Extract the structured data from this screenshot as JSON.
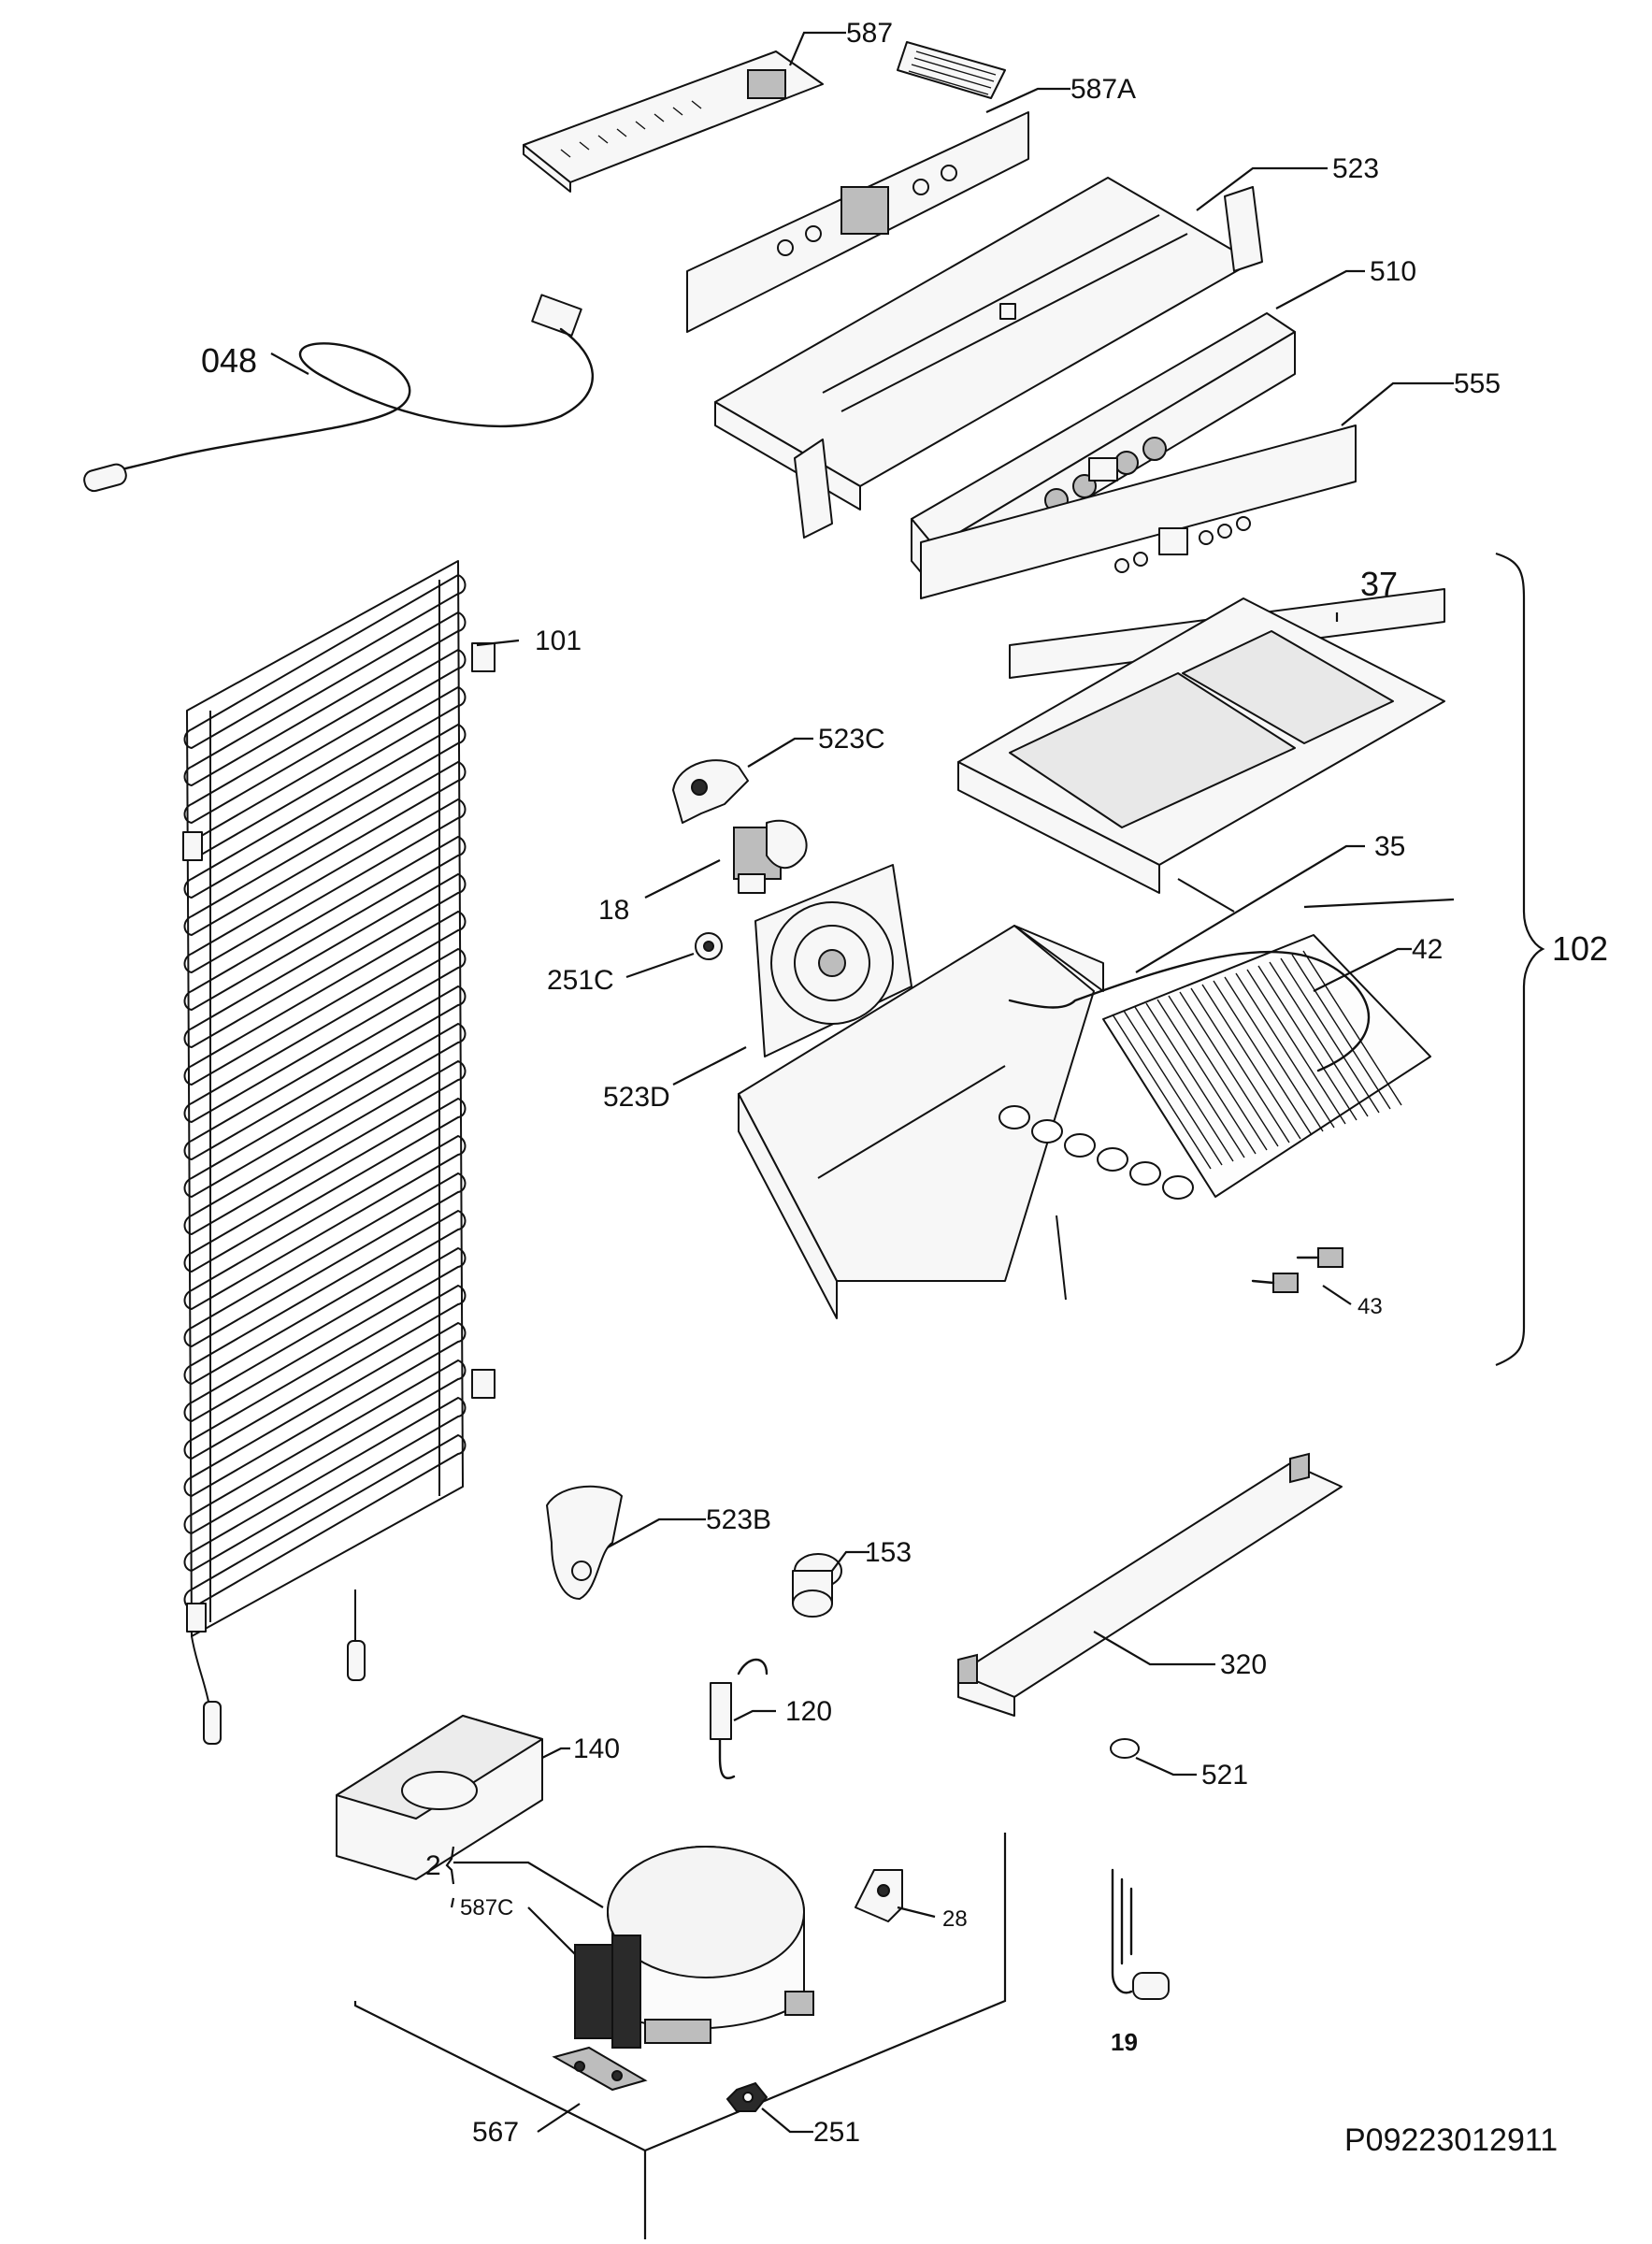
{
  "diagram_code": "P09223012911",
  "labels": {
    "l587": "587",
    "l587a": "587A",
    "l523": "523",
    "l510": "510",
    "l555": "555",
    "l048": "048",
    "l101": "101",
    "l37": "37",
    "l523c": "523C",
    "l18": "18",
    "l35": "35",
    "l251c": "251C",
    "l42": "42",
    "l102": "102",
    "l523d": "523D",
    "l43": "43",
    "l523b": "523B",
    "l153": "153",
    "l320": "320",
    "l120": "120",
    "l140": "140",
    "l521": "521",
    "l2": "2",
    "l587c": "587C",
    "l28": "28",
    "l19": "19",
    "l567": "567",
    "l251": "251"
  }
}
